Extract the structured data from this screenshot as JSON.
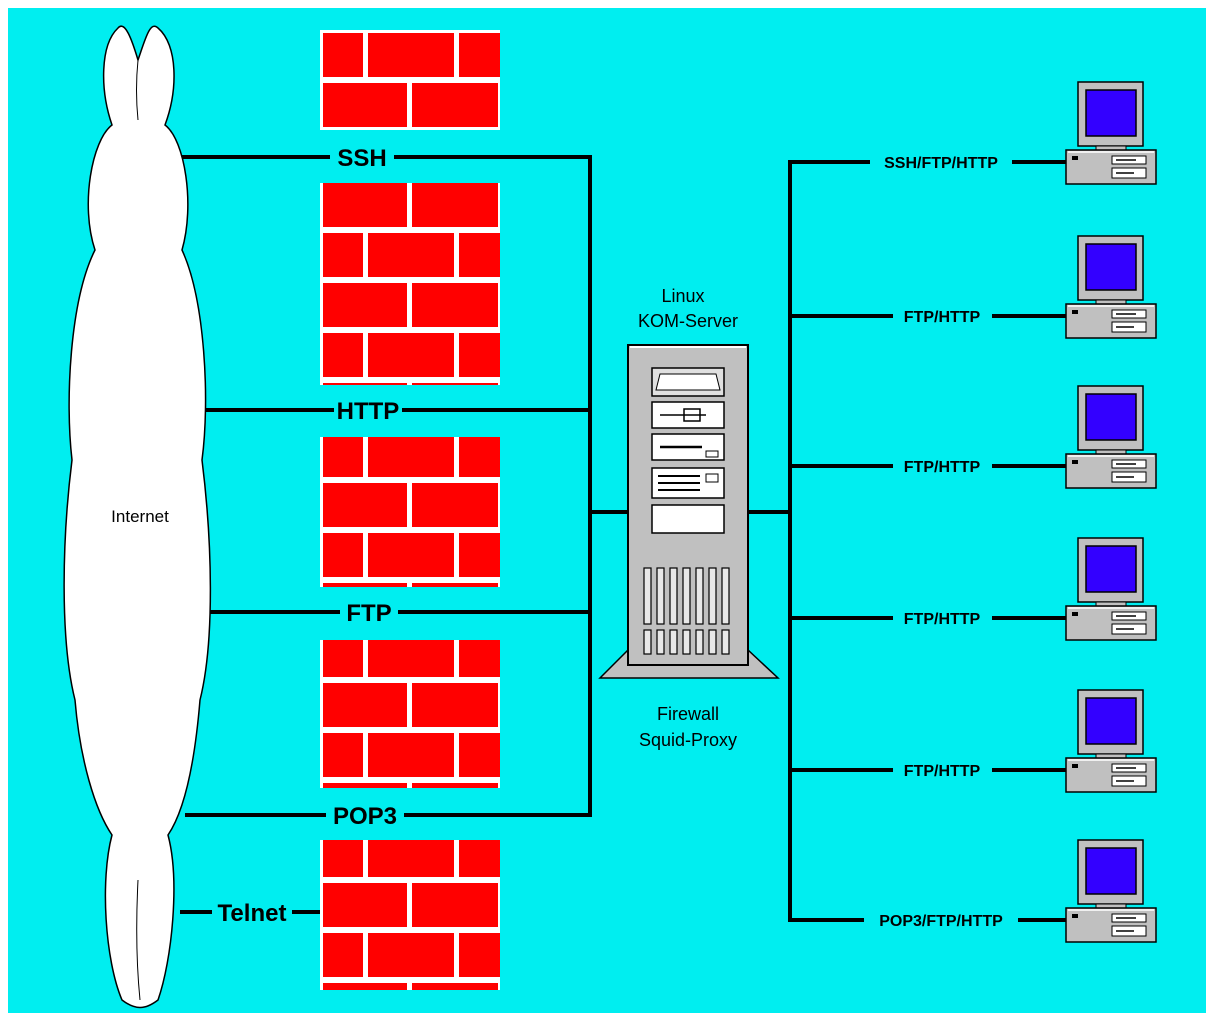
{
  "colors": {
    "background": "#00eef0",
    "firewall_brick": "#ff0000",
    "cloud": "#ffffff",
    "line": "#000000",
    "monitor_screen": "#3300ff",
    "device_body": "#c0c0c0"
  },
  "internet": {
    "label": "Internet",
    "icon": "cloud-icon"
  },
  "server": {
    "title_line1": "Linux",
    "title_line2": "KOM-Server",
    "caption_line1": "Firewall",
    "caption_line2": "Squid-Proxy",
    "icon": "server-tower-icon"
  },
  "left_links": [
    {
      "id": "ssh",
      "label": "SSH"
    },
    {
      "id": "http",
      "label": "HTTP"
    },
    {
      "id": "ftp",
      "label": "FTP"
    },
    {
      "id": "pop3",
      "label": "POP3"
    },
    {
      "id": "telnet",
      "label": "Telnet"
    }
  ],
  "clients": [
    {
      "label": "SSH/FTP/HTTP",
      "icon": "desktop-computer-icon"
    },
    {
      "label": "FTP/HTTP",
      "icon": "desktop-computer-icon"
    },
    {
      "label": "FTP/HTTP",
      "icon": "desktop-computer-icon"
    },
    {
      "label": "FTP/HTTP",
      "icon": "desktop-computer-icon"
    },
    {
      "label": "FTP/HTTP",
      "icon": "desktop-computer-icon"
    },
    {
      "label": "POP3/FTP/HTTP",
      "icon": "desktop-computer-icon"
    }
  ]
}
